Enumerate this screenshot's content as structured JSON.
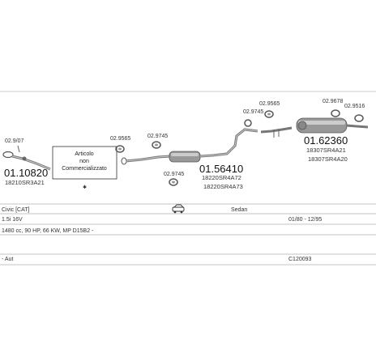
{
  "parts": {
    "front_pipe": {
      "small_code": "02.9/07",
      "part_no": "01.10820",
      "oem": "18210SR3A21"
    },
    "note_box": {
      "line1": "Articolo",
      "line2": "non",
      "line3": "Commercializzato"
    },
    "clip_a": "02.9565",
    "clip_b": "02.9745",
    "clip_c": "02.9745",
    "center_muffler": {
      "part_no": "01.56410",
      "oem1": "18220SR4A72",
      "oem2": "18220SR4A73",
      "clip": "02.9745"
    },
    "rear_muffler": {
      "clip_a": "02.9565",
      "clip_b": "02.9678",
      "clip_c": "02.9516",
      "part_no": "01.62360",
      "oem1": "18307SR4A21",
      "oem2": "18307SR4A20"
    }
  },
  "info": {
    "model": "Civic [CAT]",
    "body_type": "Sedan",
    "engine": "1.5i 16V",
    "date_range": "01/80 - 12/95",
    "specs": "1480 cc, 90 HP, 66 KW, MP D15B2 -",
    "gearbox": "- Aut",
    "code": "C120093"
  },
  "icons": {
    "car": "car-icon",
    "star": "star-icon"
  }
}
